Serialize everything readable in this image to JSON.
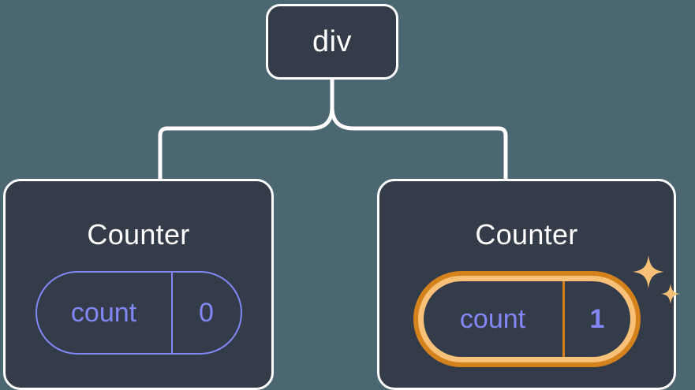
{
  "diagram": {
    "type": "component-tree",
    "background_color": "#4b6771",
    "node_fill_color": "#343b49",
    "node_border_color": "#ffffff",
    "connector_color": "#ffffff",
    "state_color": "#8287f5",
    "highlight_outer_color": "#d4821c",
    "highlight_inner_color": "#f9c077",
    "sparkle_color": "#f9c077"
  },
  "root": {
    "label": "div"
  },
  "children": [
    {
      "title": "Counter",
      "state": {
        "key": "count",
        "value": "0"
      },
      "highlighted": false
    },
    {
      "title": "Counter",
      "state": {
        "key": "count",
        "value": "1"
      },
      "highlighted": true
    }
  ]
}
